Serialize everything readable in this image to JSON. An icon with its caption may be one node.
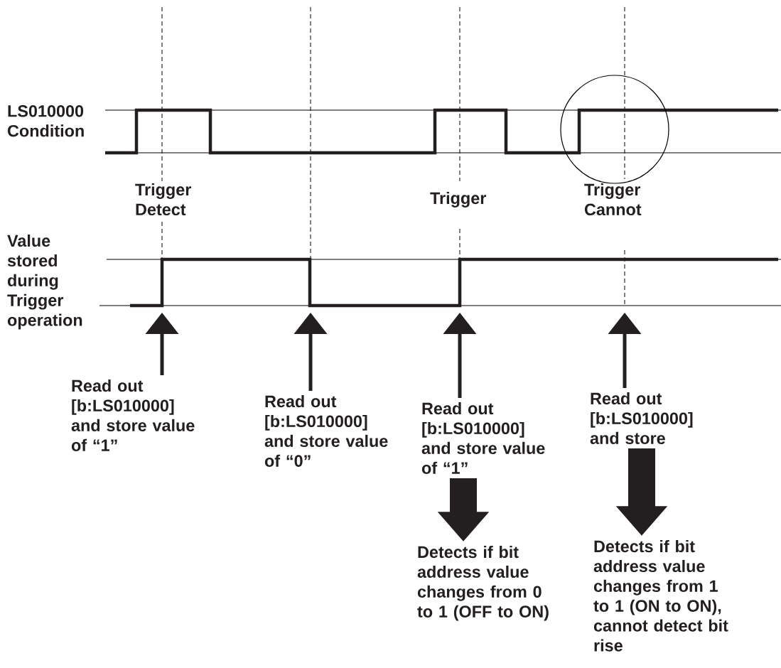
{
  "diagram": {
    "nodes": [
      {
        "text": [
          "Read out [b:LS010000] and store value of “1”"
        ]
      },
      {
        "text": [
          "Read out [b:LS010000] and store value of “0”"
        ]
      },
      {
        "text": [
          "Read out [b:LS010000] and store value of “1”"
        ]
      },
      {
        "text": [
          "Read out [b:LS010000] and store"
        ]
      },
      {
        "text": [
          "Detects if bit address value changes from 0 to 1 (OFF to ON)"
        ]
      },
      {
        "text": [
          "Detects if bit address value changes from 1 to 1 (ON to ON), cannot detect bit rise"
        ]
      }
    ],
    "edges": [
      {
        "from": 0,
        "to": null,
        "arrow": "to"
      },
      {
        "from": 1,
        "to": null,
        "arrow": "to"
      },
      {
        "from": 2,
        "to": null,
        "arrow": "to"
      },
      {
        "from": 3,
        "to": null,
        "arrow": "to"
      },
      {
        "from": 2,
        "to": 4,
        "arrow": "to",
        "style": "thick"
      },
      {
        "from": 3,
        "to": 5,
        "arrow": "to",
        "style": "thick"
      }
    ],
    "labels": [
      "LS010000 Condition",
      "Trigger Detect",
      "Trigger",
      "Trigger Cannot",
      "Value stored during Trigger operation"
    ]
  }
}
